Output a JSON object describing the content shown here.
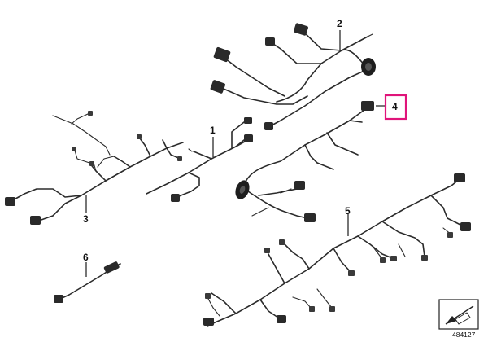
{
  "callouts": {
    "c1": "1",
    "c2": "2",
    "c3": "3",
    "c4": "4",
    "c5": "5",
    "c6": "6"
  },
  "highlighted_callout": "4",
  "highlight_color": "#e0147a",
  "reference_number": "484127",
  "icons": {
    "nav_arrow": "arrow-left-down-icon"
  }
}
